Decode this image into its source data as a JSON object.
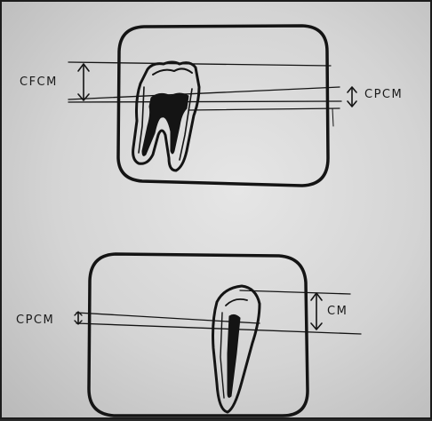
{
  "diagram": {
    "top_panel": {
      "label_left": "CFCM",
      "label_right": "CPCM"
    },
    "bottom_panel": {
      "label_left": "CPCM",
      "label_right": "CM"
    }
  },
  "colors": {
    "paper": "#d9d9d9",
    "ink": "#141414"
  }
}
